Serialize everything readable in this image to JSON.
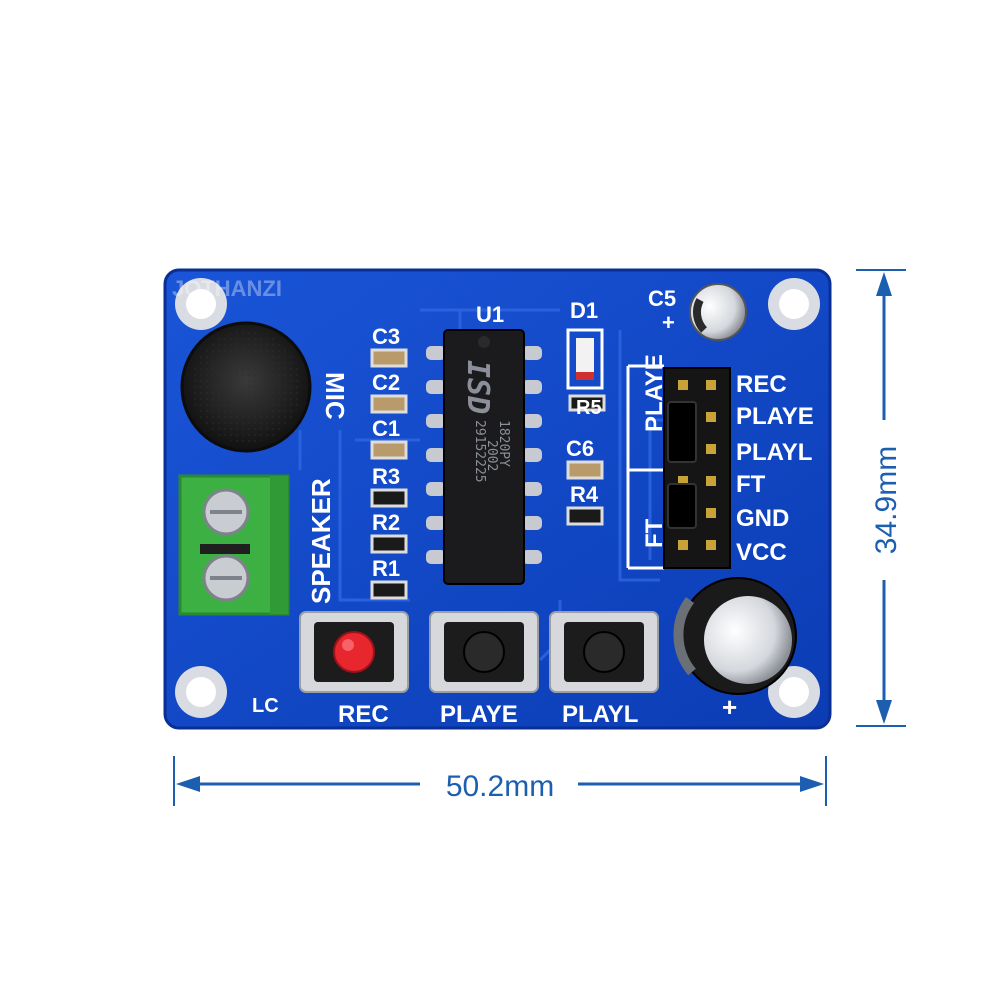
{
  "board": {
    "watermark": "JOTHANZI",
    "bottom_mark": "LC",
    "components": {
      "microphone_label": "MIC",
      "speaker_label": "SPEAKER",
      "capacitors": [
        "C3",
        "C2",
        "C1"
      ],
      "resistors": [
        "R3",
        "R2",
        "R1"
      ],
      "right_parts": {
        "r5": "R5",
        "c6": "C6",
        "r4": "R4"
      },
      "ic_ref": "U1",
      "diode_ref": "D1",
      "cap_c5": "C5",
      "plus_top": "+",
      "plus_bottom": "+",
      "ic_marking": {
        "brand": "ISD",
        "line1": "1820PY",
        "line2": "2002",
        "line3": "29152225"
      }
    },
    "buttons": [
      {
        "label": "REC",
        "cap_color": "#e8262e"
      },
      {
        "label": "PLAYE",
        "cap_color": "#2a2a2a"
      },
      {
        "label": "PLAYL",
        "cap_color": "#2a2a2a"
      }
    ],
    "header": {
      "side_label_top": "PLAYE",
      "side_label_bottom": "FT",
      "pins": [
        "REC",
        "PLAYE",
        "PLAYL",
        "FT",
        "GND",
        "VCC"
      ]
    },
    "colors": {
      "pcb": "#1046c9",
      "pcb_dark": "#0a36a6",
      "terminal": "#3cb043",
      "silkscreen": "#ffffff"
    }
  },
  "dimensions": {
    "width": "50.2mm",
    "height": "34.9mm",
    "color": "#1c5fb0"
  }
}
